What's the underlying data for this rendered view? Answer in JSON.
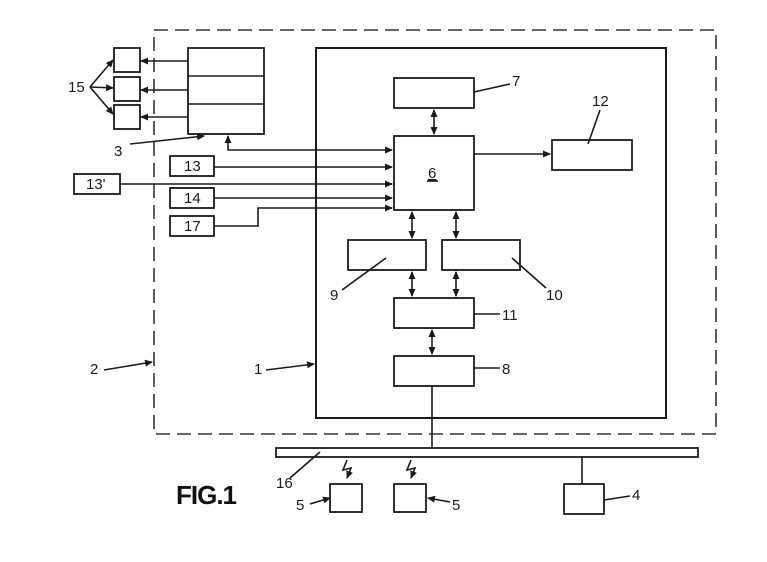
{
  "figure": {
    "caption": "FIG.1"
  },
  "labels": {
    "l1": "1",
    "l2": "2",
    "l3": "3",
    "l4": "4",
    "l5a": "5",
    "l5b": "5",
    "l6": "6",
    "l7": "7",
    "l8": "8",
    "l9": "9",
    "l10": "10",
    "l11": "11",
    "l12": "12",
    "l13": "13",
    "l13p": "13'",
    "l14": "14",
    "l15": "15",
    "l16": "16",
    "l17": "17"
  }
}
